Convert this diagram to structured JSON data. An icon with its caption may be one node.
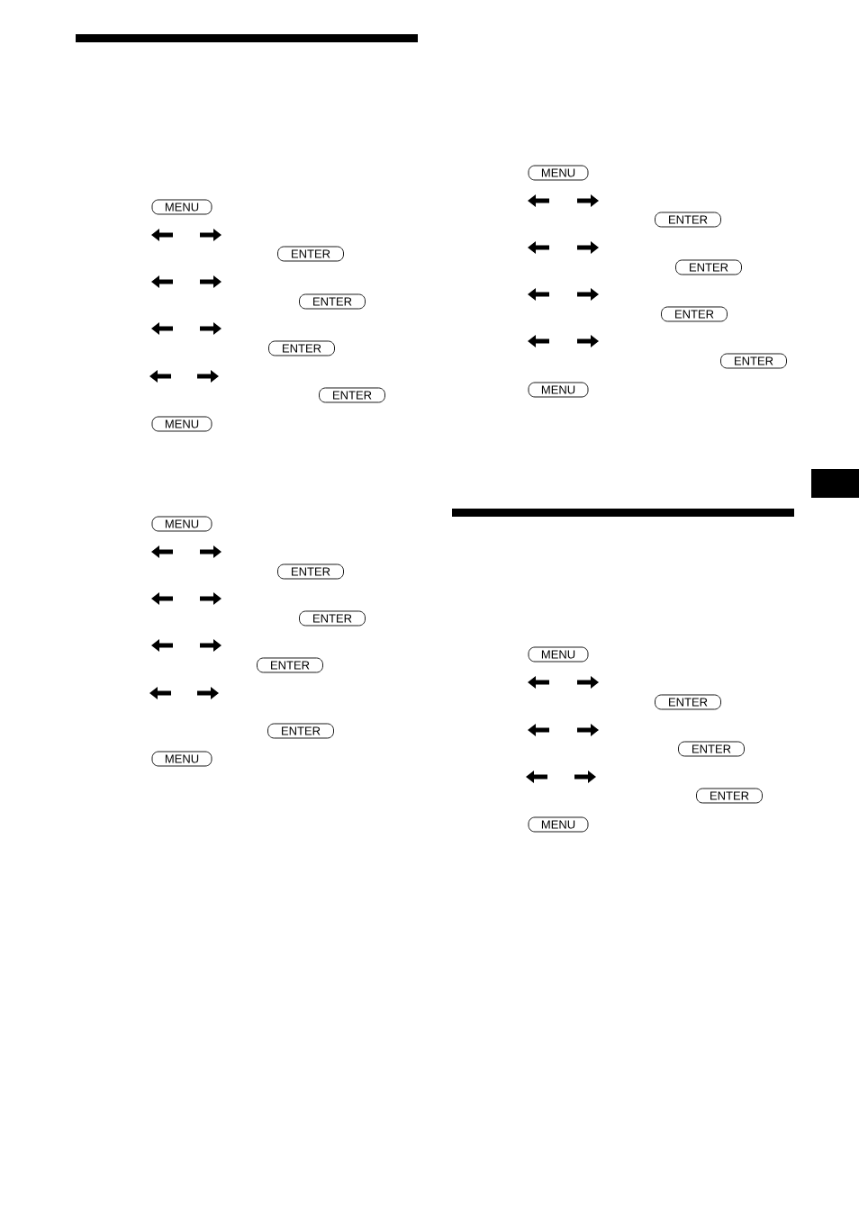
{
  "diagram": {
    "nodes": [
      {
        "text": [
          "MENU"
        ]
      },
      {
        "text": [
          "ENTER"
        ]
      },
      {
        "text": [
          "ENTER"
        ]
      },
      {
        "text": [
          "ENTER"
        ]
      },
      {
        "text": [
          "ENTER"
        ]
      },
      {
        "text": [
          "MENU"
        ]
      },
      {
        "text": [
          "MENU"
        ]
      },
      {
        "text": [
          "ENTER"
        ]
      },
      {
        "text": [
          "ENTER"
        ]
      },
      {
        "text": [
          "ENTER"
        ]
      },
      {
        "text": [
          "ENTER"
        ]
      },
      {
        "text": [
          "MENU"
        ]
      },
      {
        "text": [
          "MENU"
        ]
      },
      {
        "text": [
          "ENTER"
        ]
      },
      {
        "text": [
          "ENTER"
        ]
      },
      {
        "text": [
          "ENTER"
        ]
      },
      {
        "text": [
          "ENTER"
        ]
      },
      {
        "text": [
          "MENU"
        ]
      },
      {
        "text": [
          "MENU"
        ]
      },
      {
        "text": [
          "ENTER"
        ]
      },
      {
        "text": [
          "ENTER"
        ]
      },
      {
        "text": [
          "ENTER"
        ]
      },
      {
        "text": [
          "MENU"
        ]
      }
    ]
  }
}
